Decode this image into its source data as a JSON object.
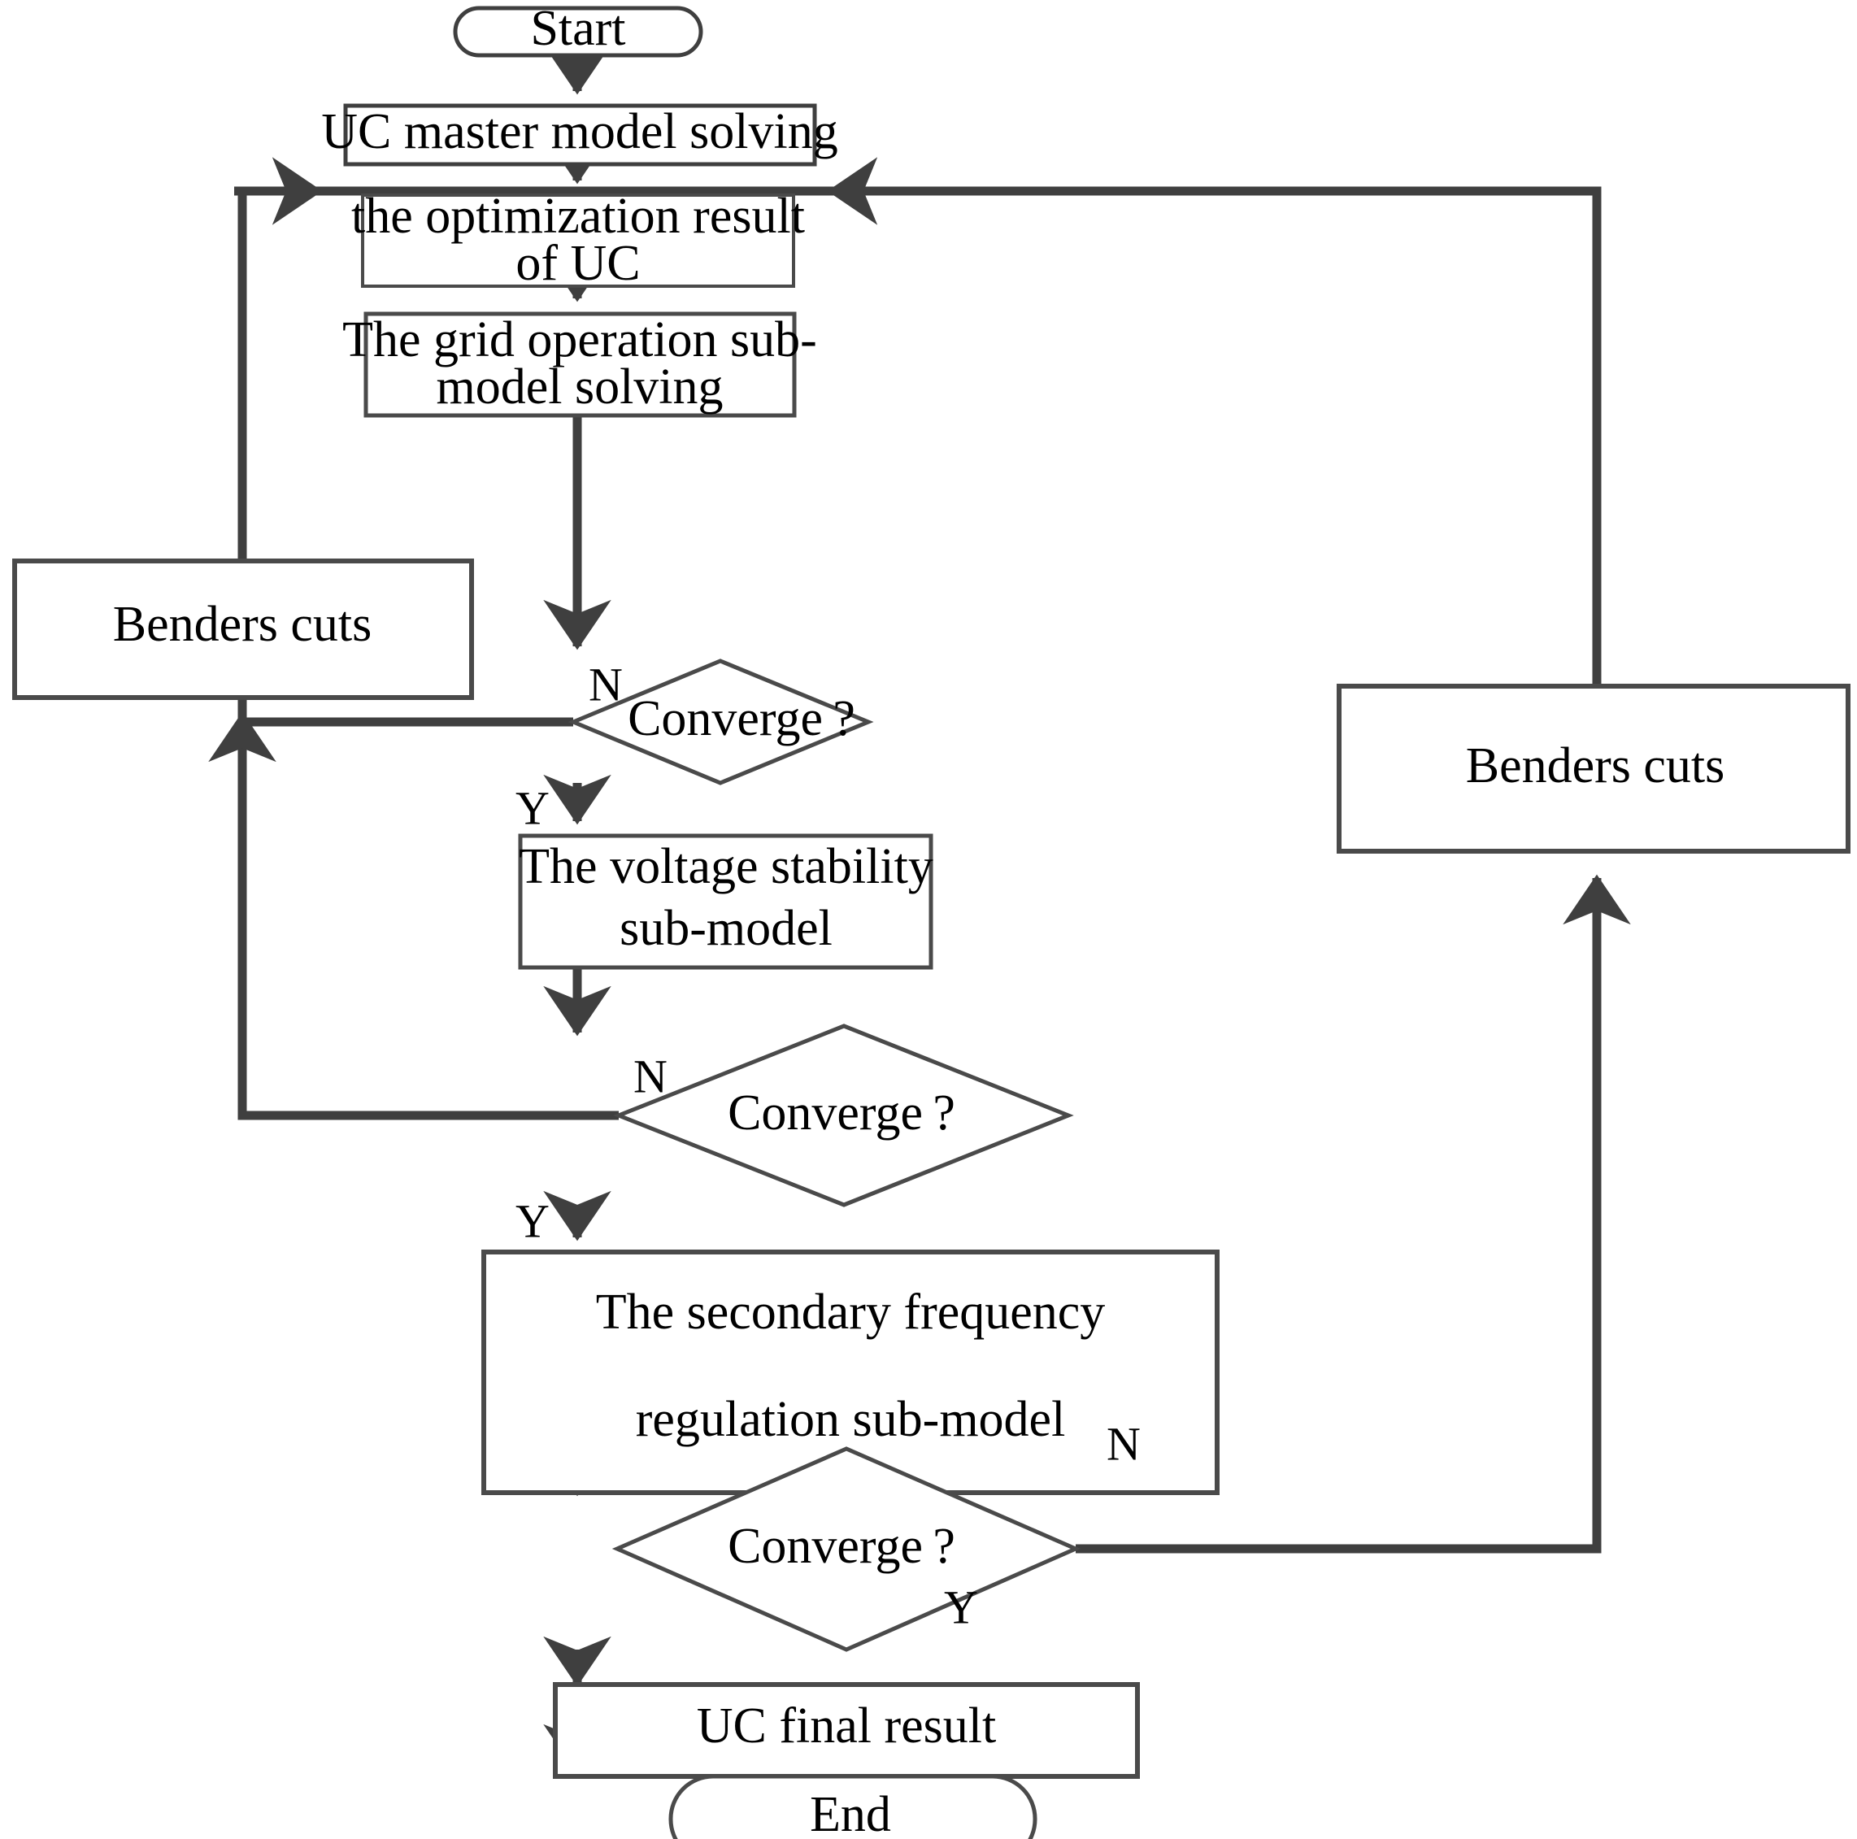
{
  "diagram": {
    "type": "flowchart",
    "title": "UC solving flowchart with Benders decomposition",
    "stroke_color": "#3f3f3f",
    "thin_stroke_color": "#4a4a4a",
    "text_color": "#000000",
    "background": "#ffffff",
    "nodes": [
      {
        "id": "start",
        "shape": "stadium",
        "label": "Start"
      },
      {
        "id": "master",
        "shape": "rectangle",
        "label": "UC master model solving"
      },
      {
        "id": "ucresult",
        "shape": "rectangle",
        "label_line1": "the optimization result",
        "label_line2": "of UC"
      },
      {
        "id": "gridsub",
        "shape": "rectangle",
        "label_line1": "The grid operation sub-",
        "label_line2": "model solving"
      },
      {
        "id": "conv1",
        "shape": "diamond",
        "label": "Converge ?"
      },
      {
        "id": "benders_l",
        "shape": "rectangle",
        "label": "Benders cuts"
      },
      {
        "id": "voltsub",
        "shape": "rectangle",
        "label_line1": "The voltage stability",
        "label_line2": "sub-model"
      },
      {
        "id": "conv2",
        "shape": "diamond",
        "label": "Converge ?"
      },
      {
        "id": "benders_r",
        "shape": "rectangle",
        "label": "Benders cuts"
      },
      {
        "id": "freqsub",
        "shape": "rectangle",
        "label_line1": "The secondary frequency",
        "label_line2": "regulation sub-model"
      },
      {
        "id": "conv3",
        "shape": "diamond",
        "label": "Converge ?"
      },
      {
        "id": "final",
        "shape": "rectangle",
        "label": "UC final result"
      },
      {
        "id": "end",
        "shape": "stadium",
        "label": "End"
      }
    ],
    "edge_labels": {
      "conv1_no": "N",
      "conv1_yes": "Y",
      "conv2_no": "N",
      "conv2_yes": "Y",
      "conv3_no": "N",
      "conv3_yes": "Y"
    },
    "edges": [
      {
        "from": "start",
        "to": "master",
        "label": ""
      },
      {
        "from": "master",
        "to": "ucresult",
        "label": ""
      },
      {
        "from": "ucresult",
        "to": "gridsub",
        "label": ""
      },
      {
        "from": "gridsub",
        "to": "conv1",
        "label": ""
      },
      {
        "from": "conv1",
        "to": "benders_l",
        "label": "N"
      },
      {
        "from": "conv1",
        "to": "voltsub",
        "label": "Y"
      },
      {
        "from": "benders_l",
        "to": "master",
        "label": ""
      },
      {
        "from": "voltsub",
        "to": "conv2",
        "label": ""
      },
      {
        "from": "conv2",
        "to": "benders_l",
        "label": "N"
      },
      {
        "from": "conv2",
        "to": "freqsub",
        "label": "Y"
      },
      {
        "from": "freqsub",
        "to": "conv3",
        "label": ""
      },
      {
        "from": "conv3",
        "to": "benders_r",
        "label": "N"
      },
      {
        "from": "conv3",
        "to": "final",
        "label": "Y"
      },
      {
        "from": "benders_r",
        "to": "master",
        "label": ""
      },
      {
        "from": "final",
        "to": "end",
        "label": ""
      }
    ]
  }
}
